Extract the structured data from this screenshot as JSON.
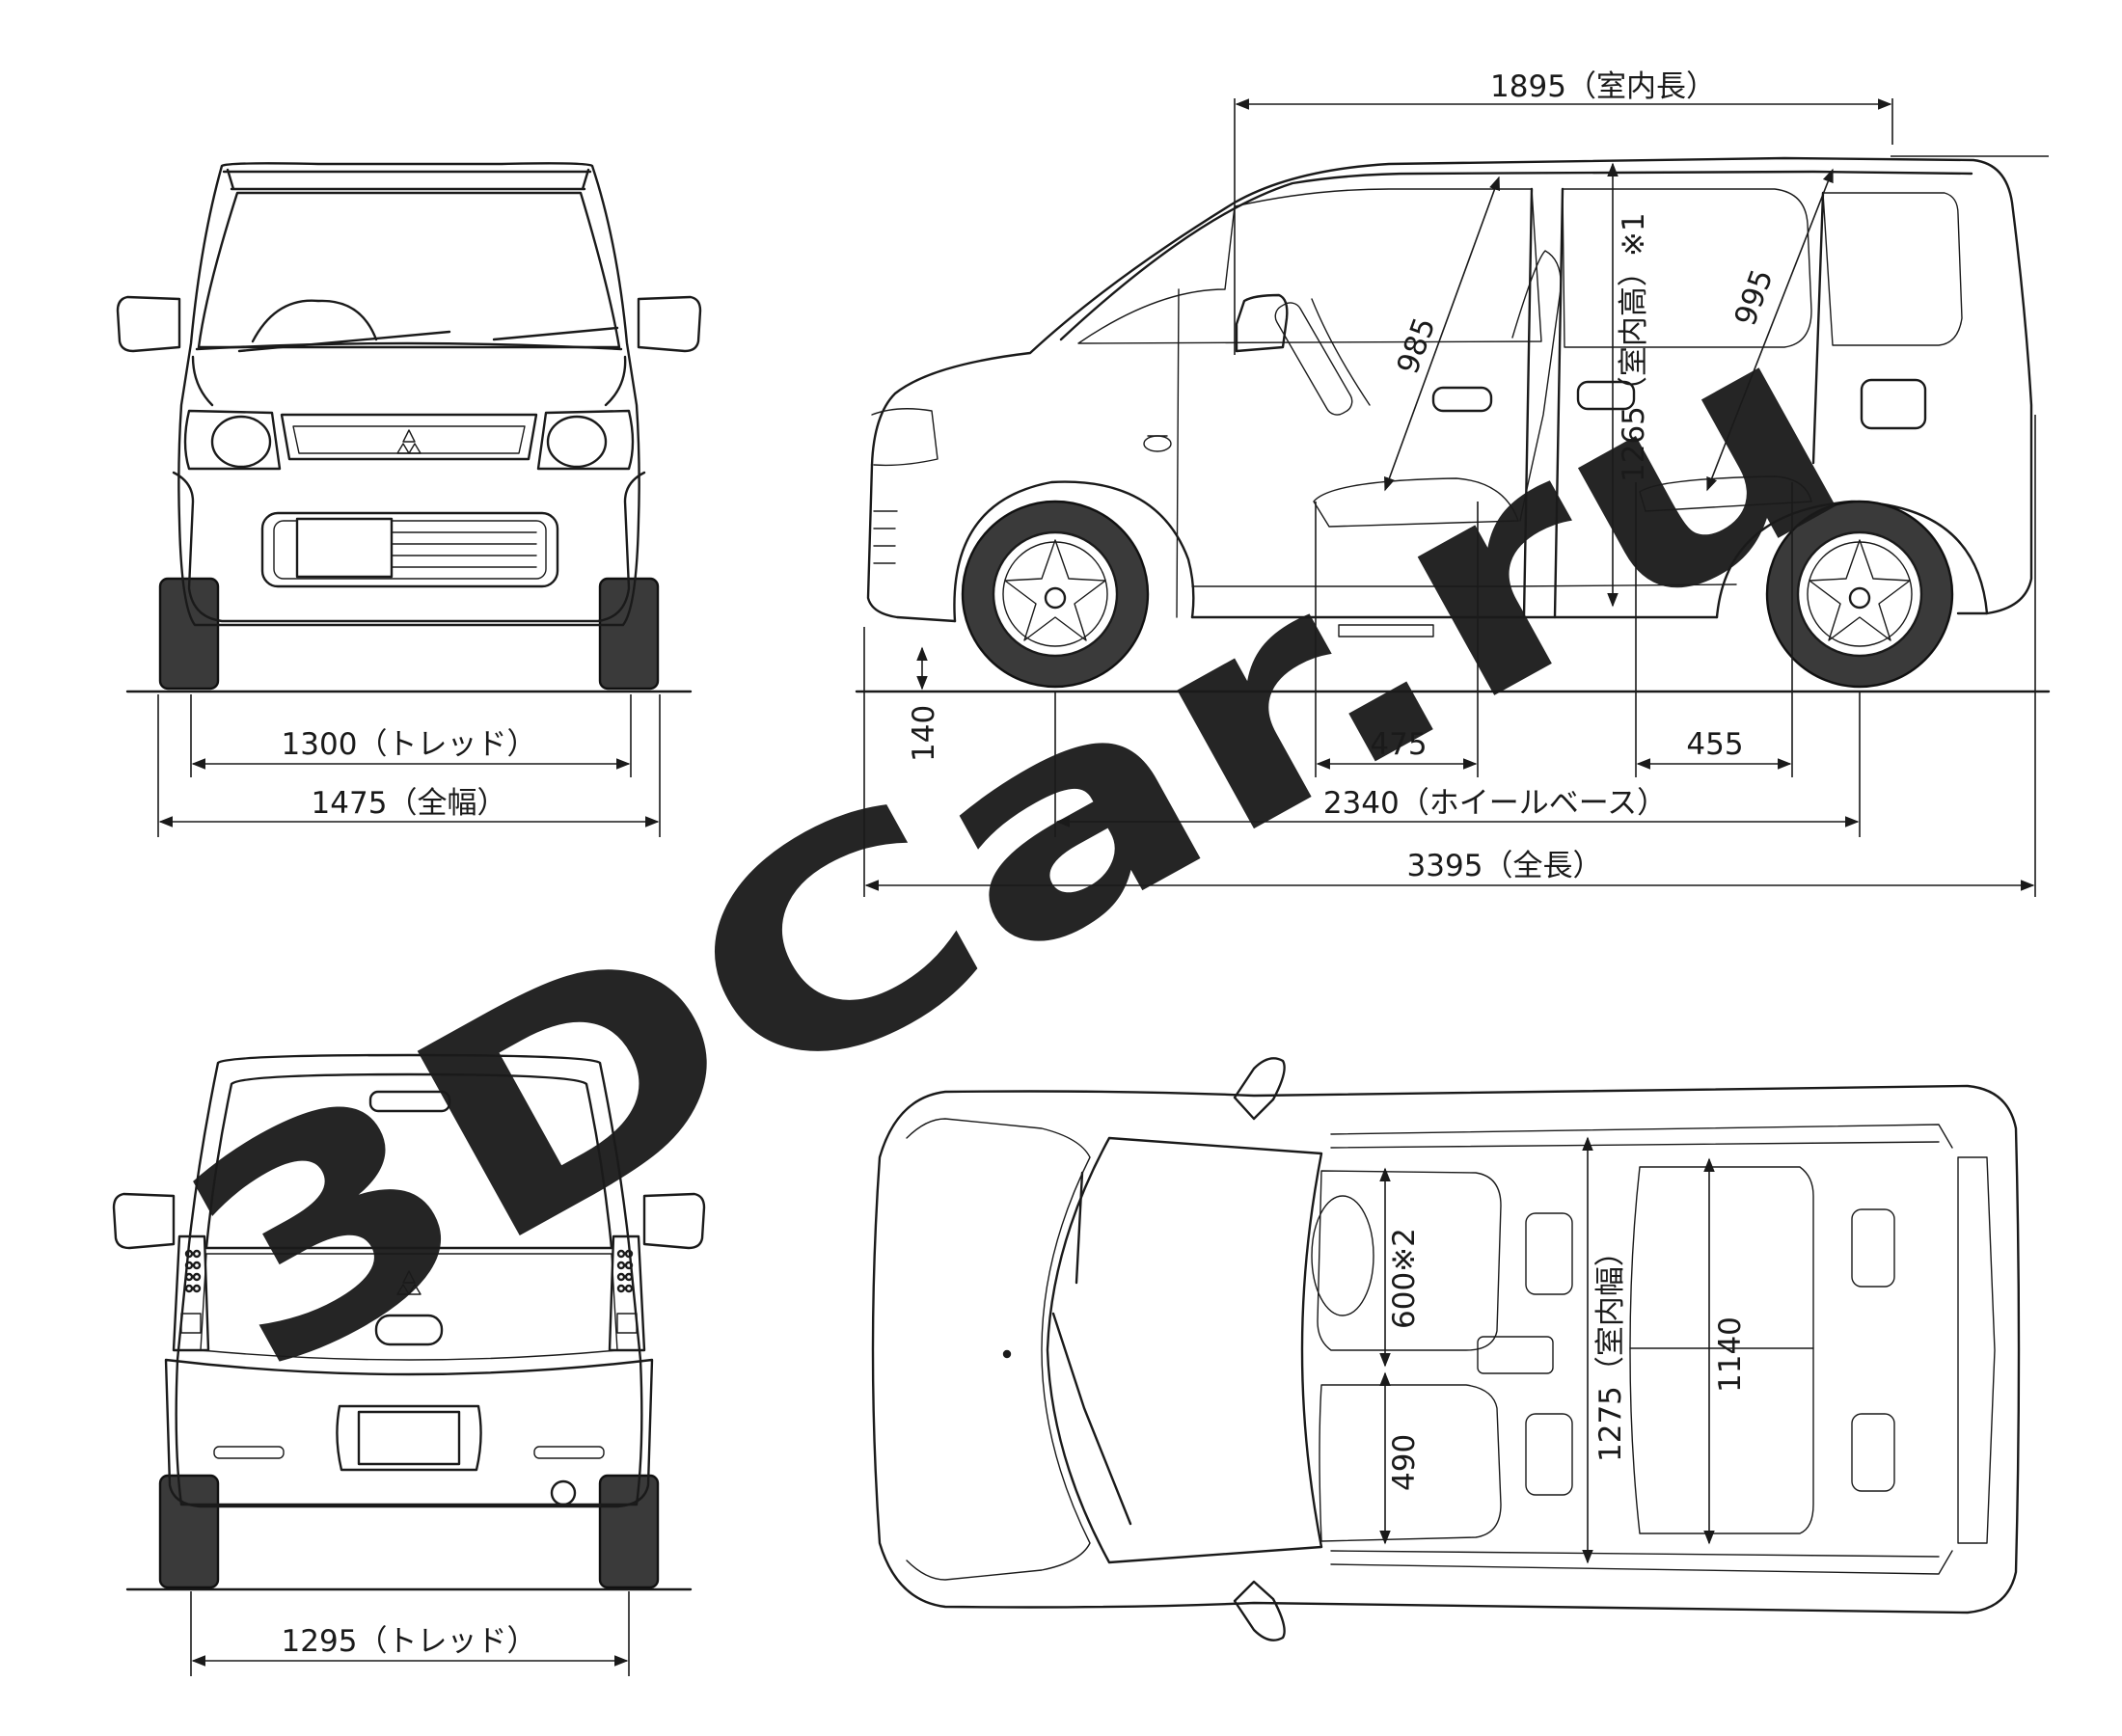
{
  "watermark": "3DCar.ru",
  "front_view": {
    "tread_label": "1300（トレッド）",
    "width_label": "1475（全幅）"
  },
  "rear_view": {
    "tread_label": "1295（トレッド）"
  },
  "side_view": {
    "interior_length_label": "1895（室内長）",
    "interior_height_label": "1265（室内高）※1",
    "front_seat_diag_label": "985",
    "rear_seat_diag_label": "995",
    "ground_clearance_label": "140",
    "front_seat_label": "475",
    "rear_seat_label": "455",
    "wheelbase_label": "2340（ホイールベース）",
    "overall_length_label": "3395（全長）"
  },
  "top_view": {
    "front_seat_width_label": "600※2",
    "front_seat_depth_label": "490",
    "interior_width_label": "1275（室内幅）",
    "rear_width_label": "1140"
  }
}
